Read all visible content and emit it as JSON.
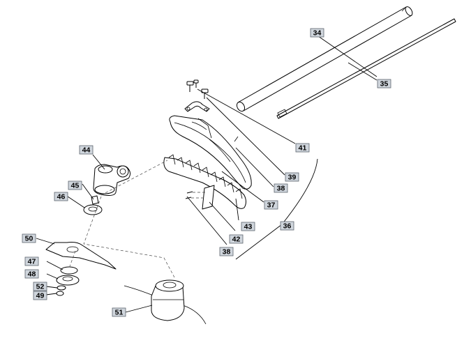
{
  "callouts": [
    {
      "id": "34",
      "text": "34"
    },
    {
      "id": "35",
      "text": "35"
    },
    {
      "id": "41",
      "text": "41"
    },
    {
      "id": "39",
      "text": "39"
    },
    {
      "id": "38a",
      "text": "38"
    },
    {
      "id": "37",
      "text": "37"
    },
    {
      "id": "36",
      "text": "36"
    },
    {
      "id": "43",
      "text": "43"
    },
    {
      "id": "42",
      "text": "42"
    },
    {
      "id": "38b",
      "text": "38"
    },
    {
      "id": "44",
      "text": "44"
    },
    {
      "id": "45",
      "text": "45"
    },
    {
      "id": "46",
      "text": "46"
    },
    {
      "id": "50",
      "text": "50"
    },
    {
      "id": "47",
      "text": "47"
    },
    {
      "id": "48",
      "text": "48"
    },
    {
      "id": "52",
      "text": "52"
    },
    {
      "id": "49",
      "text": "49"
    },
    {
      "id": "51",
      "text": "51"
    }
  ]
}
